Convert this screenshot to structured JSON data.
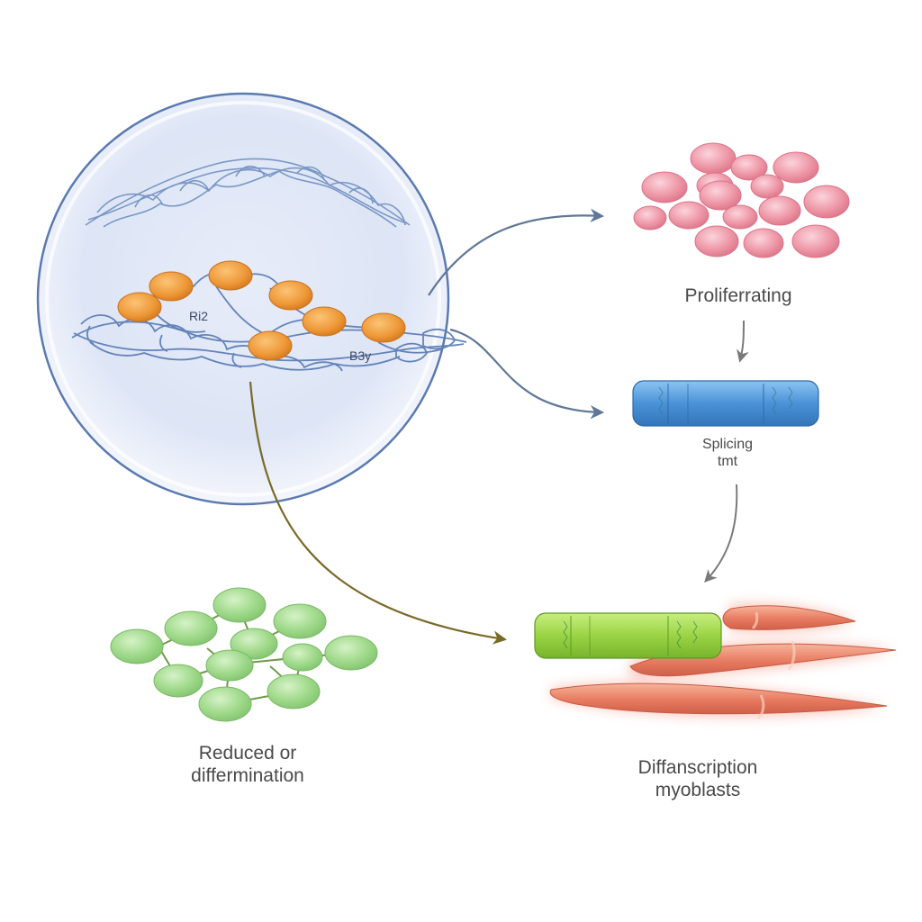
{
  "labels": {
    "proliferating": "Proliferrating",
    "splicing_line1": "Splicing",
    "splicing_line2": "tmt",
    "reduced_line1": "Reduced or",
    "reduced_line2": "differmination",
    "diff_line1": "Diffanscription",
    "diff_line2": "myoblasts"
  },
  "nucleus_text": {
    "tag_left": "Ri2",
    "tag_right": "B3y"
  },
  "colors": {
    "nucleus_outline": "#5a7ab0",
    "chromatin": "#6f8fc0",
    "orange_protein": "#ee9838",
    "pink_cells": "#ec8fa0",
    "blue_cell": "#4a92d8",
    "green_cell": "#9ad444",
    "green_cluster": "#9bd88a",
    "muscle_fiber": "#e77a5f",
    "arrow_blue": "#607896",
    "arrow_olive": "#7a6a28",
    "arrow_gray": "#7a7a7a"
  }
}
